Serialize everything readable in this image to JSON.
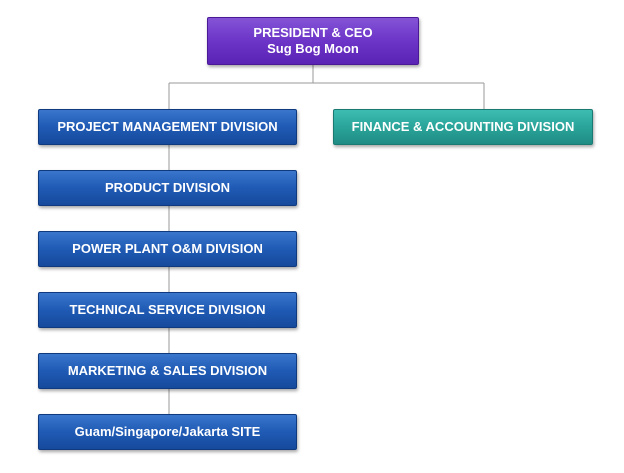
{
  "ceo": {
    "title": "PRESIDENT & CEO",
    "name": "Sug Bog Moon"
  },
  "divisions": [
    "PROJECT MANAGEMENT DIVISION",
    "PRODUCT DIVISION",
    "POWER PLANT O&M DIVISION",
    "TECHNICAL SERVICE DIVISION",
    "MARKETING & SALES DIVISION",
    "Guam/Singapore/Jakarta SITE"
  ],
  "finance": "FINANCE & ACCOUNTING DIVISION",
  "colors": {
    "ceo": "#6d34c8",
    "division": "#1f5ab4",
    "finance": "#2aa49a",
    "connector": "#9a9a9a"
  }
}
